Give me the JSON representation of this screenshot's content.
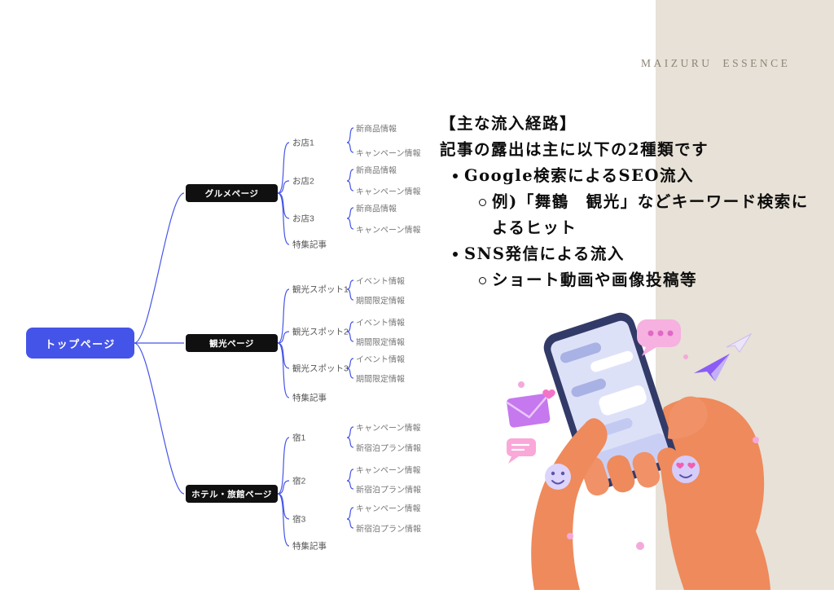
{
  "brand": "MAIZURU ESSENCE",
  "sitemap": {
    "root": "トップページ",
    "branches": [
      {
        "label": "グルメページ",
        "children": [
          {
            "label": "お店1",
            "leaves": [
              "新商品情報",
              "キャンペーン情報"
            ]
          },
          {
            "label": "お店2",
            "leaves": [
              "新商品情報",
              "キャンペーン情報"
            ]
          },
          {
            "label": "お店3",
            "leaves": [
              "新商品情報",
              "キャンペーン情報"
            ]
          },
          {
            "label": "特集記事",
            "leaves": []
          }
        ]
      },
      {
        "label": "観光ページ",
        "children": [
          {
            "label": "観光スポット1",
            "leaves": [
              "イベント情報",
              "期間限定情報"
            ]
          },
          {
            "label": "観光スポット2",
            "leaves": [
              "イベント情報",
              "期間限定情報"
            ]
          },
          {
            "label": "観光スポット3",
            "leaves": [
              "イベント情報",
              "期間限定情報"
            ]
          },
          {
            "label": "特集記事",
            "leaves": []
          }
        ]
      },
      {
        "label": "ホテル・旅館ページ",
        "children": [
          {
            "label": "宿1",
            "leaves": [
              "キャンペーン情報",
              "新宿泊プラン情報"
            ]
          },
          {
            "label": "宿2",
            "leaves": [
              "キャンペーン情報",
              "新宿泊プラン情報"
            ]
          },
          {
            "label": "宿3",
            "leaves": [
              "キャンペーン情報",
              "新宿泊プラン情報"
            ]
          },
          {
            "label": "特集記事",
            "leaves": []
          }
        ]
      }
    ]
  },
  "info": {
    "title": "【主な流入経路】",
    "subtitle": "記事の露出は主に以下の2種類です",
    "items": [
      {
        "label": "Google検索によるSEO流入",
        "children": [
          "例)「舞鶴　観光」などキーワード検索によるヒット"
        ]
      },
      {
        "label": "SNS発信による流入",
        "children": [
          "ショート動画や画像投稿等"
        ]
      }
    ]
  },
  "colors": {
    "accent_blue": "#4554e8",
    "line_blue": "#4554e8",
    "node_black": "#101010",
    "band_beige": "#e7e1d7",
    "brand_text": "#8c8577"
  }
}
